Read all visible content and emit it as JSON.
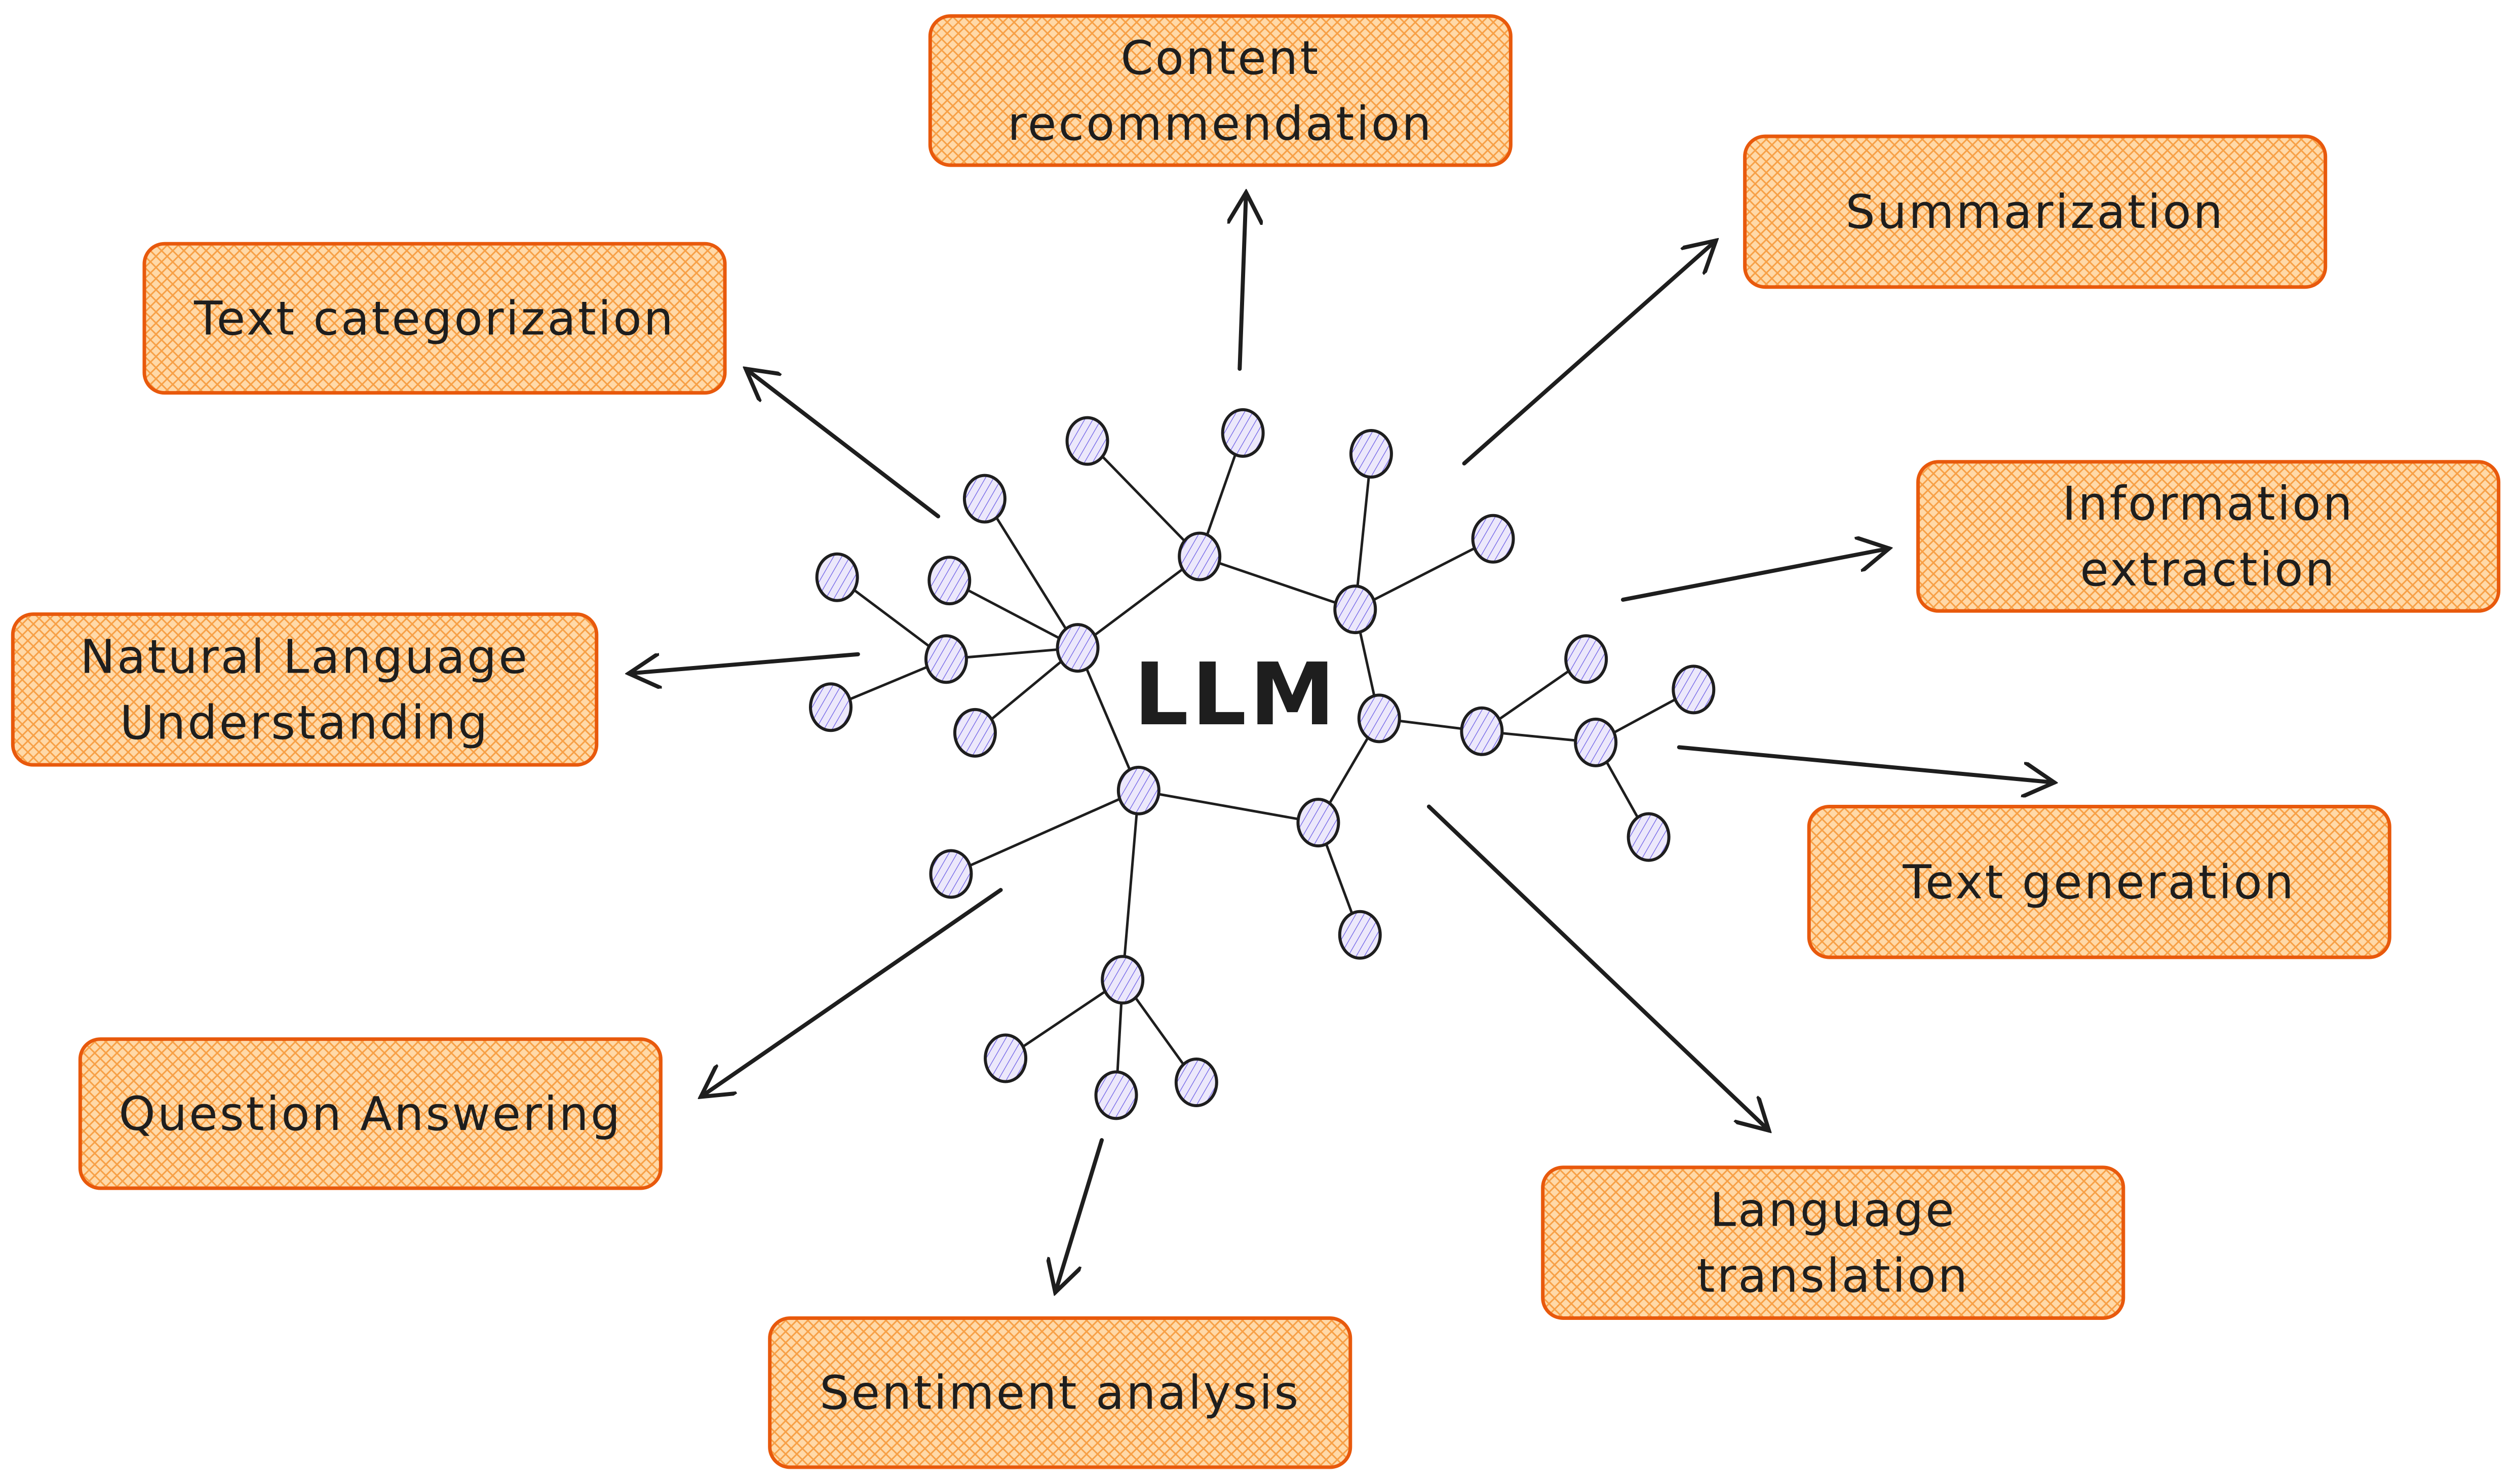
{
  "title": "LLM",
  "colors": {
    "box_fill": "#ffc98a",
    "box_hatch": "#f7a046",
    "box_stroke": "#e8590c",
    "node_fill": "#e4dcf7",
    "node_hatch": "#6a5ce6",
    "line": "#1e1e1e",
    "text": "#1e1e1e"
  },
  "center": {
    "label": "LLM"
  },
  "applications": [
    {
      "id": "content-recommendation",
      "lines": [
        "Content",
        "recommendation"
      ]
    },
    {
      "id": "summarization",
      "lines": [
        "Summarization"
      ]
    },
    {
      "id": "text-categorization",
      "lines": [
        "Text categorization"
      ]
    },
    {
      "id": "information-extraction",
      "lines": [
        "Information",
        "extraction"
      ]
    },
    {
      "id": "natural-language-understanding",
      "lines": [
        "Natural Language",
        "Understanding"
      ]
    },
    {
      "id": "text-generation",
      "lines": [
        "Text generation"
      ]
    },
    {
      "id": "question-answering",
      "lines": [
        "Question Answering"
      ]
    },
    {
      "id": "language-translation",
      "lines": [
        "Language",
        "translation"
      ]
    },
    {
      "id": "sentiment-analysis",
      "lines": [
        "Sentiment analysis"
      ]
    }
  ]
}
